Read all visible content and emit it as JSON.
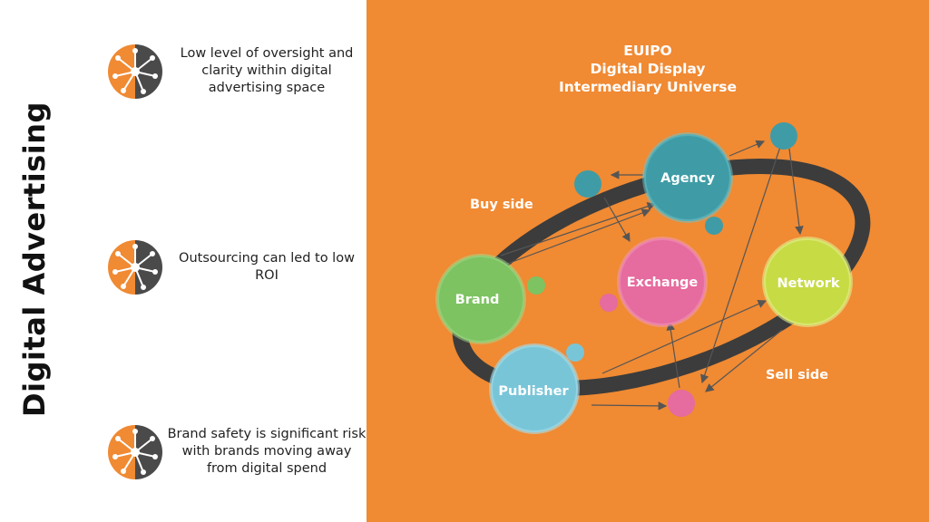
{
  "side_title": "Digital Advertising",
  "points": [
    {
      "text": "Low level of oversight and clarity within digital advertising space",
      "icon": "network-circle-icon"
    },
    {
      "text": "Outsourcing can led to low ROI",
      "icon": "network-circle-icon"
    },
    {
      "text": "Brand safety is significant risk with brands moving away from digital spend",
      "icon": "network-circle-icon"
    }
  ],
  "diagram": {
    "title_lines": [
      "EUIPO",
      "Digital Display",
      "Intermediary Universe"
    ],
    "buy_side_label": "Buy side",
    "sell_side_label": "Sell side",
    "nodes": {
      "agency": "Agency",
      "brand": "Brand",
      "exchange": "Exchange",
      "network": "Network",
      "publisher": "Publisher"
    },
    "colors": {
      "background": "#F08A33",
      "ring": "#3C3C3C",
      "agency": "#3F9CA6",
      "brand": "#7DC361",
      "exchange": "#E66B9E",
      "network": "#C7DB45",
      "publisher": "#79C5D8"
    }
  }
}
